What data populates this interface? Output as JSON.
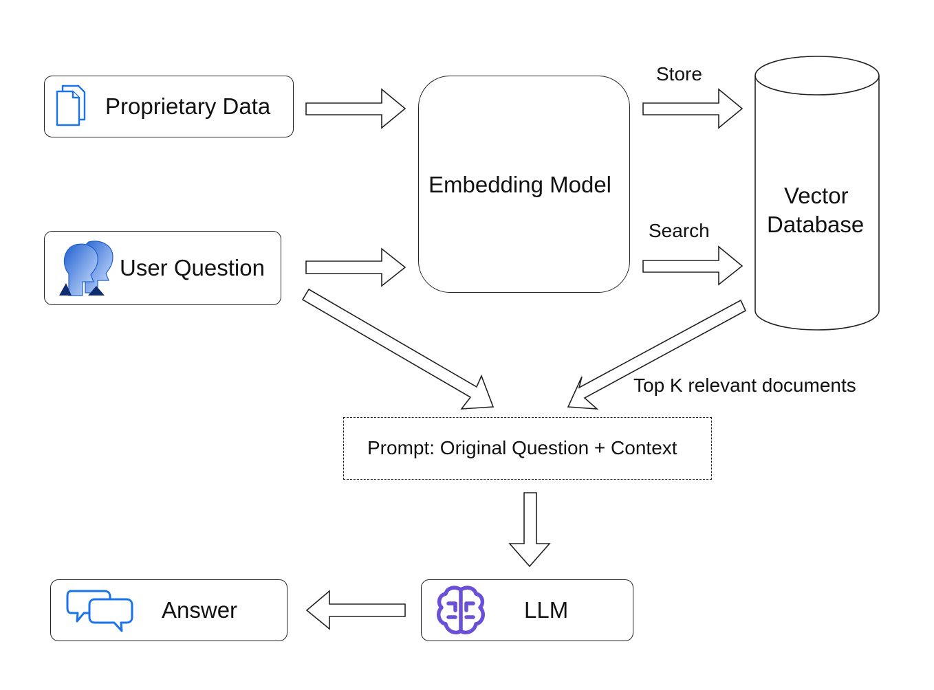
{
  "nodes": {
    "proprietary_data": "Proprietary Data",
    "user_question": "User Question",
    "embedding_model": "Embedding Model",
    "vector_database_line1": "Vector",
    "vector_database_line2": "Database",
    "prompt": "Prompt: Original Question + Context",
    "llm": "LLM",
    "answer": "Answer"
  },
  "edges": {
    "store": "Store",
    "search": "Search",
    "top_k": "Top K relevant documents"
  },
  "icons": {
    "proprietary_data": "documents-icon",
    "user_question": "users-icon",
    "llm": "brain-icon",
    "answer": "chat-bubbles-icon"
  },
  "colors": {
    "doc_icon": "#1a73e8",
    "user_icon": "#2e6fd1",
    "brain_icon": "#6a4fd8",
    "chat_icon": "#1a73e8"
  }
}
